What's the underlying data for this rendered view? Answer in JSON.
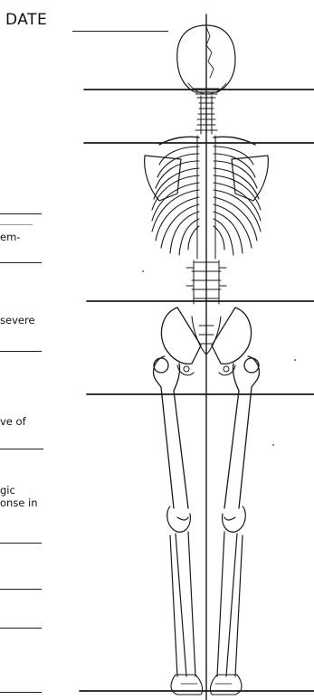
{
  "header": {
    "date_label": "DATE"
  },
  "form_fragments": [
    "em-",
    "severe",
    "ve of",
    "gic",
    "onse in"
  ],
  "colors": {
    "ink": "#1a1a1a",
    "ruler_line": "#2a1c18"
  },
  "illustration": {
    "subject": "skeleton-posterior-view"
  }
}
